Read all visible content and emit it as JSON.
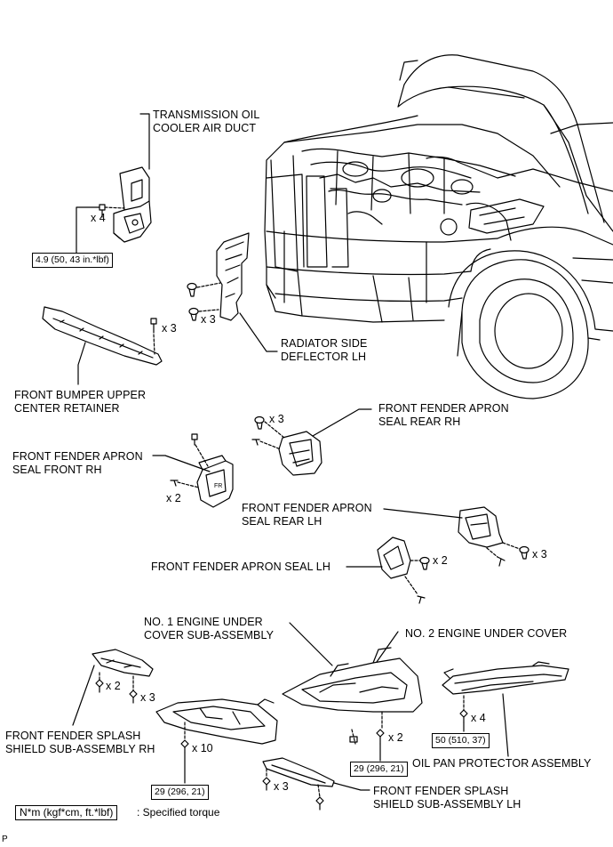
{
  "labels": {
    "trans_duct": "TRANSMISSION OIL\nCOOLER AIR DUCT",
    "rad_deflector": "RADIATOR SIDE\nDEFLECTOR LH",
    "bumper_retainer": "FRONT BUMPER UPPER\nCENTER RETAINER",
    "apron_rear_rh": "FRONT FENDER APRON\nSEAL REAR RH",
    "apron_front_rh": "FRONT FENDER APRON\nSEAL FRONT RH",
    "apron_rear_lh": "FRONT FENDER APRON\nSEAL REAR LH",
    "apron_seal_lh": "FRONT FENDER APRON SEAL LH",
    "engine_under_1": "NO. 1 ENGINE UNDER\nCOVER SUB-ASSEMBLY",
    "engine_under_2": "NO. 2 ENGINE UNDER COVER",
    "splash_rh": "FRONT FENDER SPLASH\nSHIELD SUB-ASSEMBLY RH",
    "oil_pan": "OIL PAN PROTECTOR ASSEMBLY",
    "splash_lh": "FRONT FENDER SPLASH\nSHIELD SUB-ASSEMBLY LH"
  },
  "quantities": {
    "duct_bolts": "x 4",
    "clips_deflector": "x 3",
    "bolts_retainer": "x 3",
    "apron_rear_rh": "x 3",
    "apron_front_rh": "x 2",
    "apron_seal_lh": "x 2",
    "apron_rear_lh": "x 3",
    "splash_rh_clips": "x 2",
    "splash_rh_bolts": "x 3",
    "engine_cover_bolts": "x 10",
    "no2_cover_bolts": "x 2",
    "oil_pan_bolts": "x 4",
    "splash_lh_bolts": "x 3"
  },
  "torques": {
    "duct": "4.9 (50, 43 in.*lbf)",
    "engine_cover": "29 (296, 21)",
    "no2_cover": "29 (296, 21)",
    "oil_pan": "50 (510, 37)"
  },
  "legend": {
    "unit": "N*m (kgf*cm, ft.*lbf)",
    "text": ": Specified torque"
  },
  "figure_code": "P"
}
